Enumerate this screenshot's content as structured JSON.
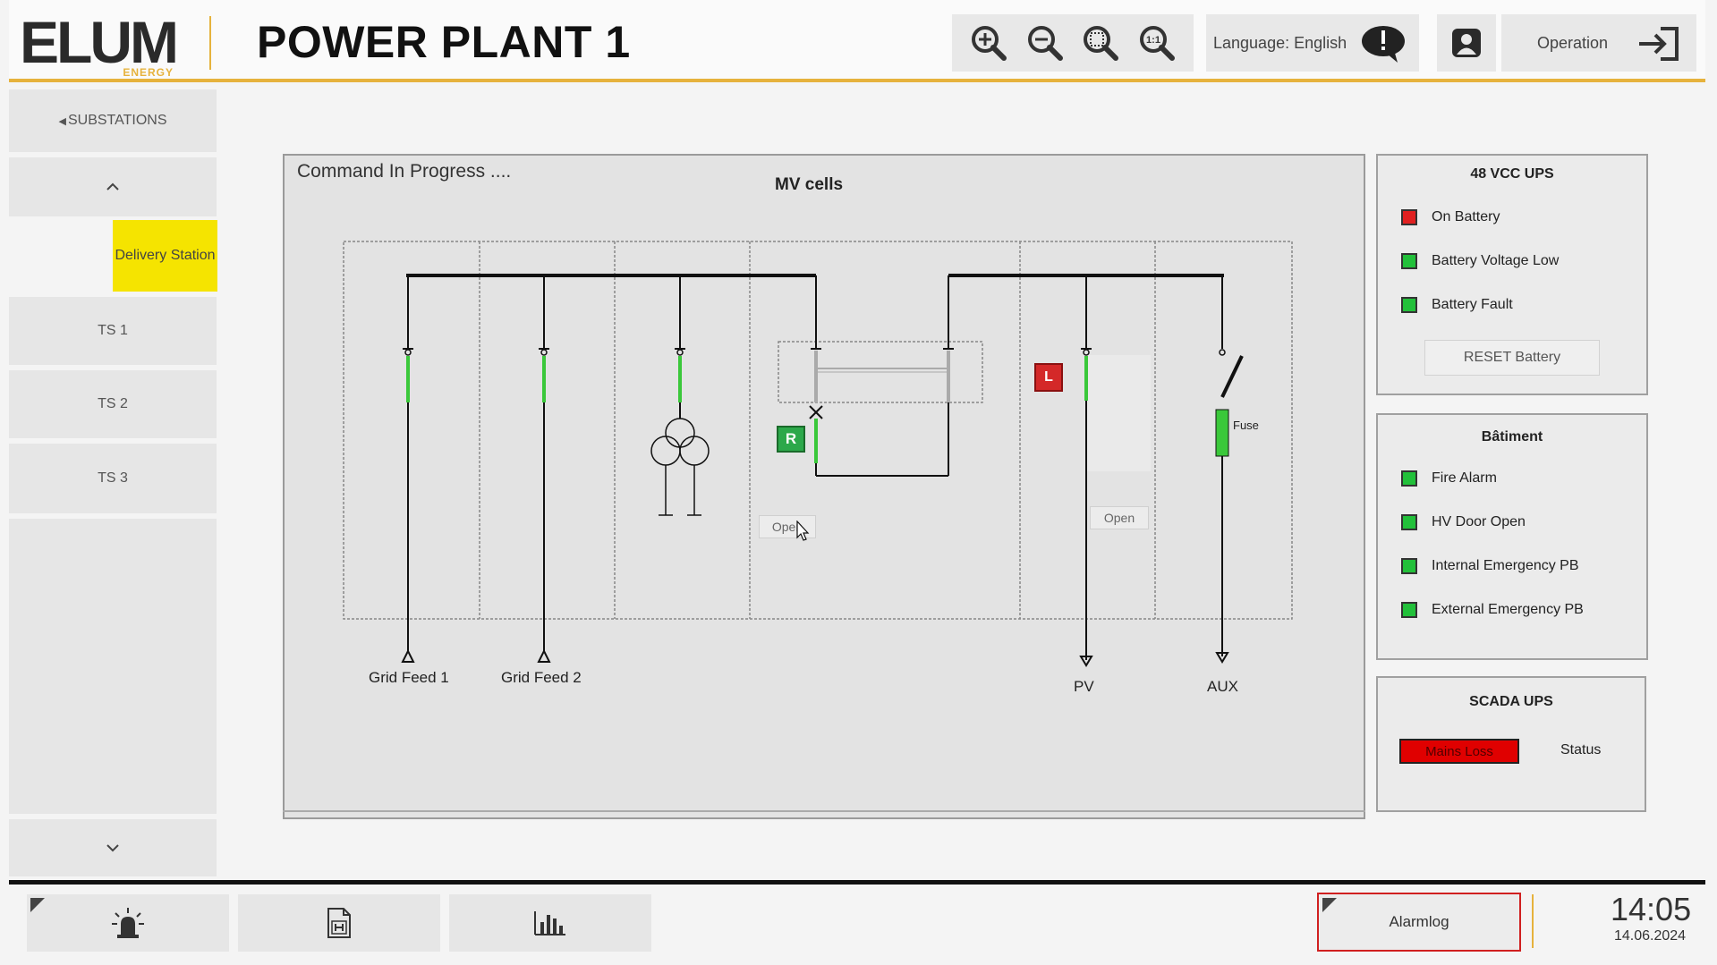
{
  "header": {
    "logo_text": "ELUM",
    "logo_sub": "ENERGY",
    "title": "POWER PLANT 1",
    "zoom_buttons": [
      "zoom-in-icon",
      "zoom-out-icon",
      "zoom-fit-icon",
      "zoom-reset-icon"
    ],
    "zoom_reset_label": "1:1",
    "language_label": "Language: English",
    "operation_label": "Operation"
  },
  "sidebar": {
    "back_label": "SUBSTATIONS",
    "delivery_label": "Delivery Station",
    "items": [
      {
        "label": "TS 1"
      },
      {
        "label": "TS 2"
      },
      {
        "label": "TS 3"
      }
    ]
  },
  "main": {
    "status_message": "Command In Progress ....",
    "section_title": "MV cells",
    "feeds": {
      "grid_feed_1": "Grid Feed 1",
      "grid_feed_2": "Grid Feed 2",
      "pv": "PV",
      "aux": "AUX"
    },
    "open_button_1": "Open",
    "open_button_2": "Open",
    "r_badge": "R",
    "l_badge": "L",
    "fuse_label": "Fuse"
  },
  "ups48": {
    "title": "48 VCC UPS",
    "indicators": [
      {
        "label": "On Battery",
        "color": "#e02020"
      },
      {
        "label": "Battery Voltage Low",
        "color": "#22c03a"
      },
      {
        "label": "Battery Fault",
        "color": "#22c03a"
      }
    ],
    "reset_label": "RESET Battery"
  },
  "batiment": {
    "title": "Bâtiment",
    "indicators": [
      {
        "label": "Fire Alarm",
        "color": "#22c03a"
      },
      {
        "label": "HV Door Open",
        "color": "#22c03a"
      },
      {
        "label": "Internal Emergency PB",
        "color": "#22c03a"
      },
      {
        "label": "External Emergency PB",
        "color": "#22c03a"
      }
    ]
  },
  "scada_ups": {
    "title": "SCADA UPS",
    "mains_label": "Mains Loss",
    "status_label": "Status"
  },
  "footer": {
    "alarmlog_label": "Alarmlog",
    "time": "14:05",
    "date": "14.06.2024"
  },
  "colors": {
    "accent": "#e6b23c",
    "active": "#f5e400",
    "ok": "#22c03a",
    "alarm": "#e02020"
  }
}
